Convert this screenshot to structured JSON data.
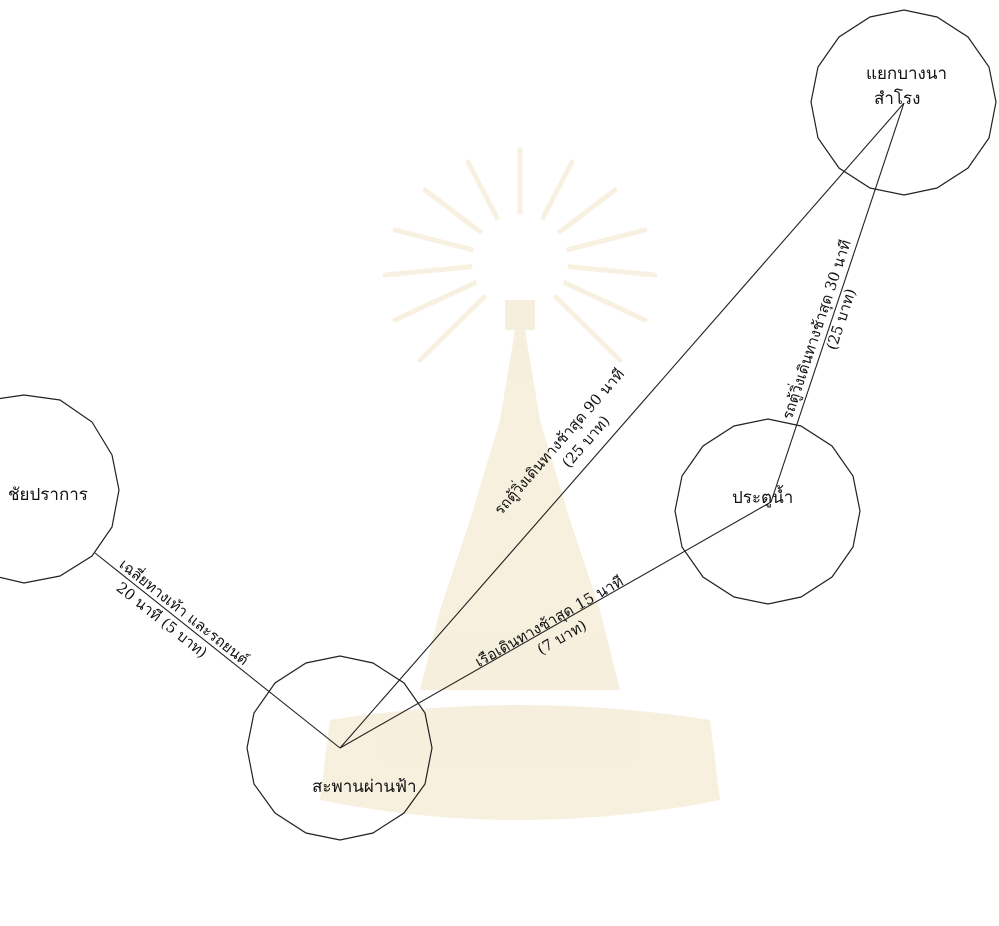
{
  "nodes": [
    {
      "id": "saphan-phan-fa",
      "label": "สะพานผ่านฟ้า"
    },
    {
      "id": "chaiprakan",
      "label": "ชัยปราการ"
    },
    {
      "id": "pratunam",
      "label": "ประตูน้ำ"
    },
    {
      "id": "bangna",
      "label_line1": "แยกบางนา",
      "label_line2": "สำโรง"
    }
  ],
  "edges": [
    {
      "id": "chaiprakan-to-saphan",
      "line1": "เฉลี่ยทางเท้า และรถยนต์",
      "line2": "20 นาที (5 บาท)"
    },
    {
      "id": "saphan-to-pratunam",
      "line1": "เรือเดินทางช้าสุด 15 นาที",
      "line2": "(7 บาท)"
    },
    {
      "id": "saphan-to-bangna",
      "line1": "รถตู้วิ่งเดินทางช้าสุด 90 นาที",
      "line2": "(25 บาท)"
    },
    {
      "id": "pratunam-to-bangna",
      "line1": "รถตู้วิ่งเดินทางช้าสุด 30 นาที",
      "line2": "(25 บาท)"
    }
  ],
  "colors": {
    "stroke": "#222222",
    "watermark": "#f2e3c2"
  }
}
